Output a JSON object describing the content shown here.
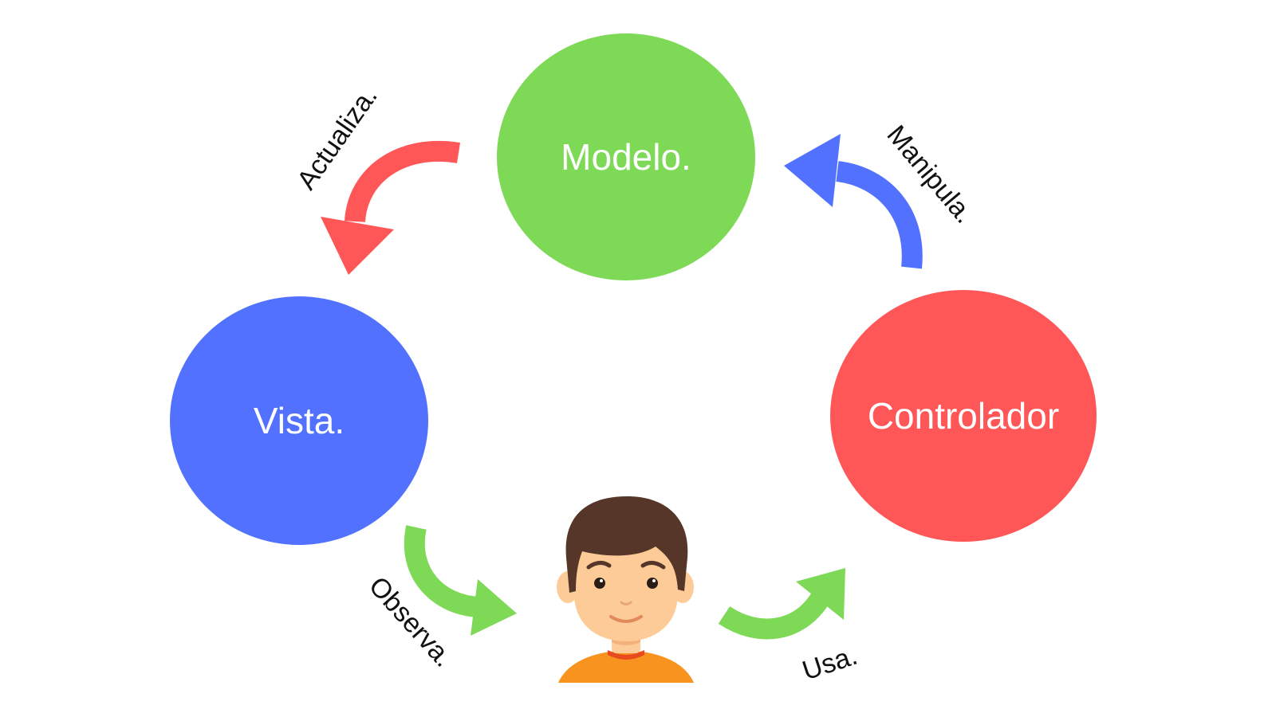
{
  "diagram": {
    "nodes": {
      "modelo": {
        "label": "Modelo.",
        "color": "#7ED957"
      },
      "vista": {
        "label": "Vista.",
        "color": "#5271FF"
      },
      "controlador": {
        "label": "Controlador",
        "color": "#FF5757"
      }
    },
    "edges": {
      "actualiza": {
        "label": "Actualiza.",
        "color": "#FF5757"
      },
      "manipula": {
        "label": "Manipula.",
        "color": "#5271FF"
      },
      "observa": {
        "label": "Observa.",
        "color": "#7ED957"
      },
      "usa": {
        "label": "Usa.",
        "color": "#7ED957"
      }
    },
    "user": {
      "icon": "user-avatar-icon",
      "skin_color": "#FDCB98",
      "hair_color": "#553628",
      "shirt_color": "#F7931E"
    }
  }
}
